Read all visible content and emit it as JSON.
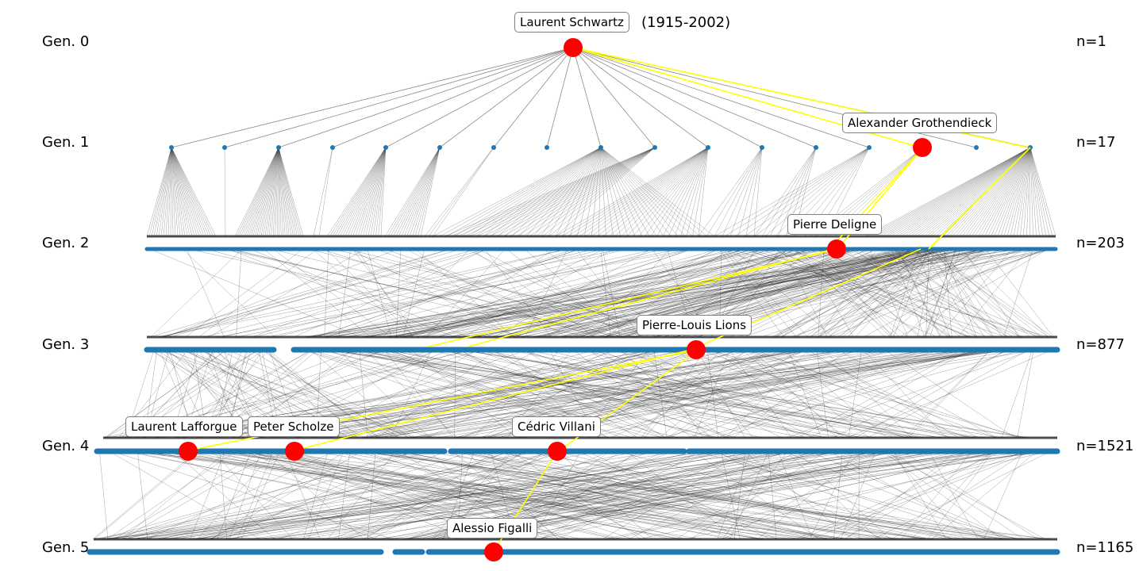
{
  "generations": [
    {
      "label": "Gen. 0",
      "n": "n=1"
    },
    {
      "label": "Gen. 1",
      "n": "n=17"
    },
    {
      "label": "Gen. 2",
      "n": "n=203"
    },
    {
      "label": "Gen. 3",
      "n": "n=877"
    },
    {
      "label": "Gen. 4",
      "n": "n=1521"
    },
    {
      "label": "Gen. 5",
      "n": "n=1165"
    }
  ],
  "root": {
    "name": "Laurent Schwartz",
    "dates": "(1915-2002)"
  },
  "highlighted": [
    {
      "name": "Alexander Grothendieck",
      "generation": 1
    },
    {
      "name": "Pierre Deligne",
      "generation": 2
    },
    {
      "name": "Pierre-Louis Lions",
      "generation": 3
    },
    {
      "name": "Laurent Lafforgue",
      "generation": 4
    },
    {
      "name": "Peter Scholze",
      "generation": 4
    },
    {
      "name": "Cédric Villani",
      "generation": 4
    },
    {
      "name": "Alessio Figalli",
      "generation": 5
    }
  ],
  "colors": {
    "node": "#1f77b4",
    "highlight_node": "#ff0000",
    "highlight_edge": "#ffff00",
    "edge": "#000000"
  }
}
